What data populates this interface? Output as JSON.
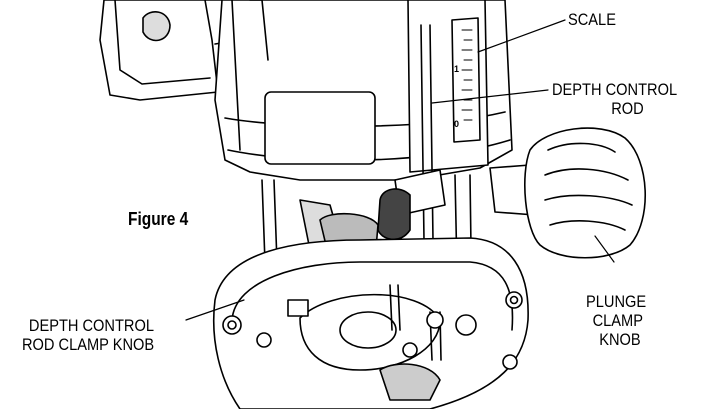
{
  "figure": {
    "caption": "Figure 4",
    "labels": {
      "scale": "SCALE",
      "depth_rod_1": "DEPTH CONTROL",
      "depth_rod_2": "ROD",
      "plunge_1": "PLUNGE",
      "plunge_2": "CLAMP",
      "plunge_3": "KNOB",
      "rod_knob_1": "DEPTH CONTROL",
      "rod_knob_2": "ROD CLAMP KNOB"
    },
    "scale_ticks": [
      "1",
      "0"
    ],
    "colors": {
      "ink": "#000000",
      "paper": "#ffffff",
      "shade": "#e6e6e6"
    }
  }
}
